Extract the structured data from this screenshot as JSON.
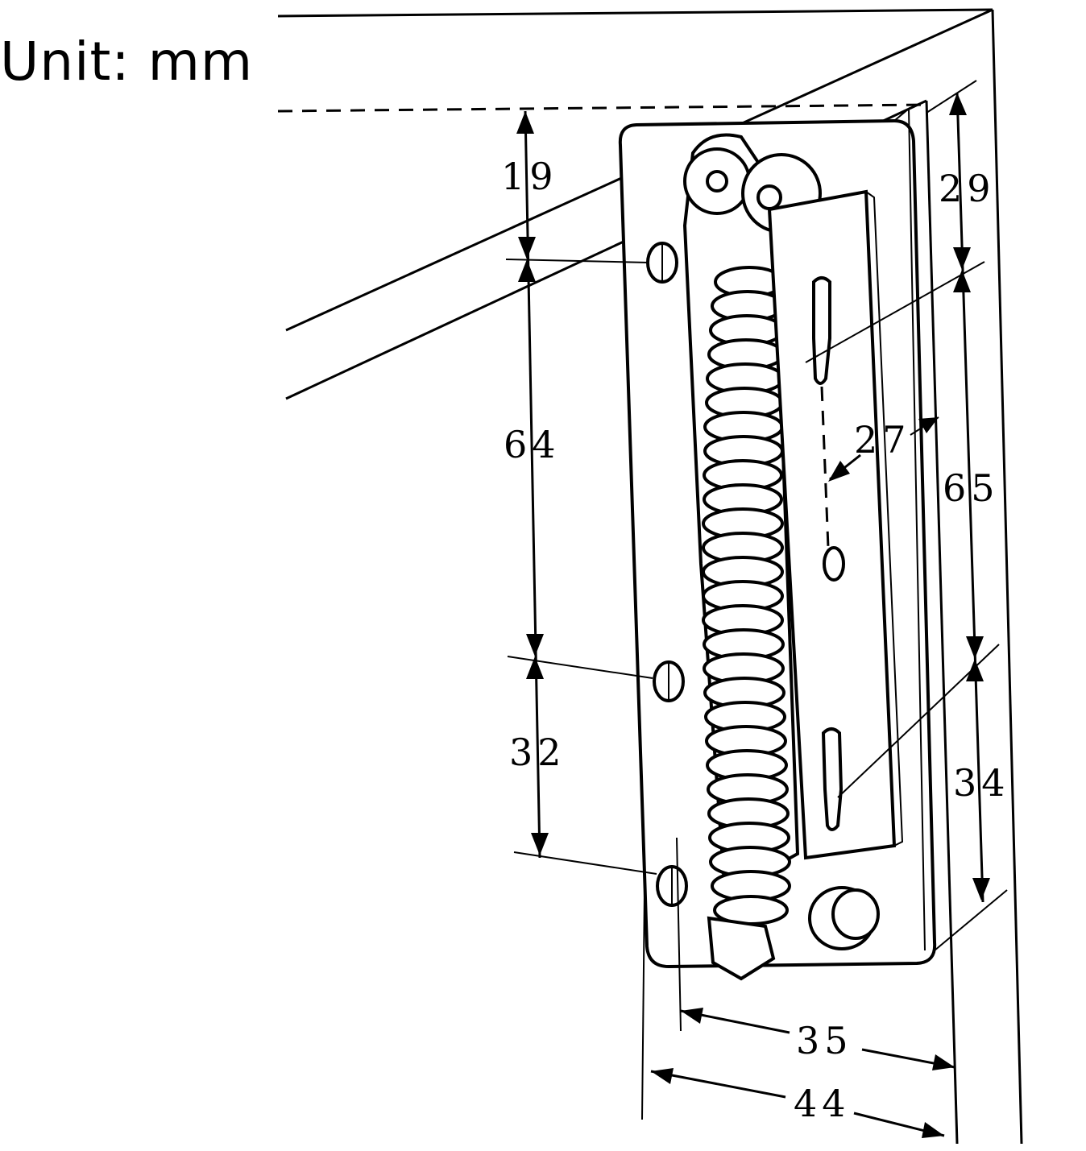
{
  "unit_label": "Unit: mm",
  "dimensions": {
    "top_offset": "19",
    "hole_spacing_upper": "64",
    "hole_spacing_lower": "32",
    "right_top_offset": "29",
    "right_middle": "65",
    "right_bottom": "34",
    "slot_offset": "27",
    "inner_width": "35",
    "outer_width": "44"
  }
}
